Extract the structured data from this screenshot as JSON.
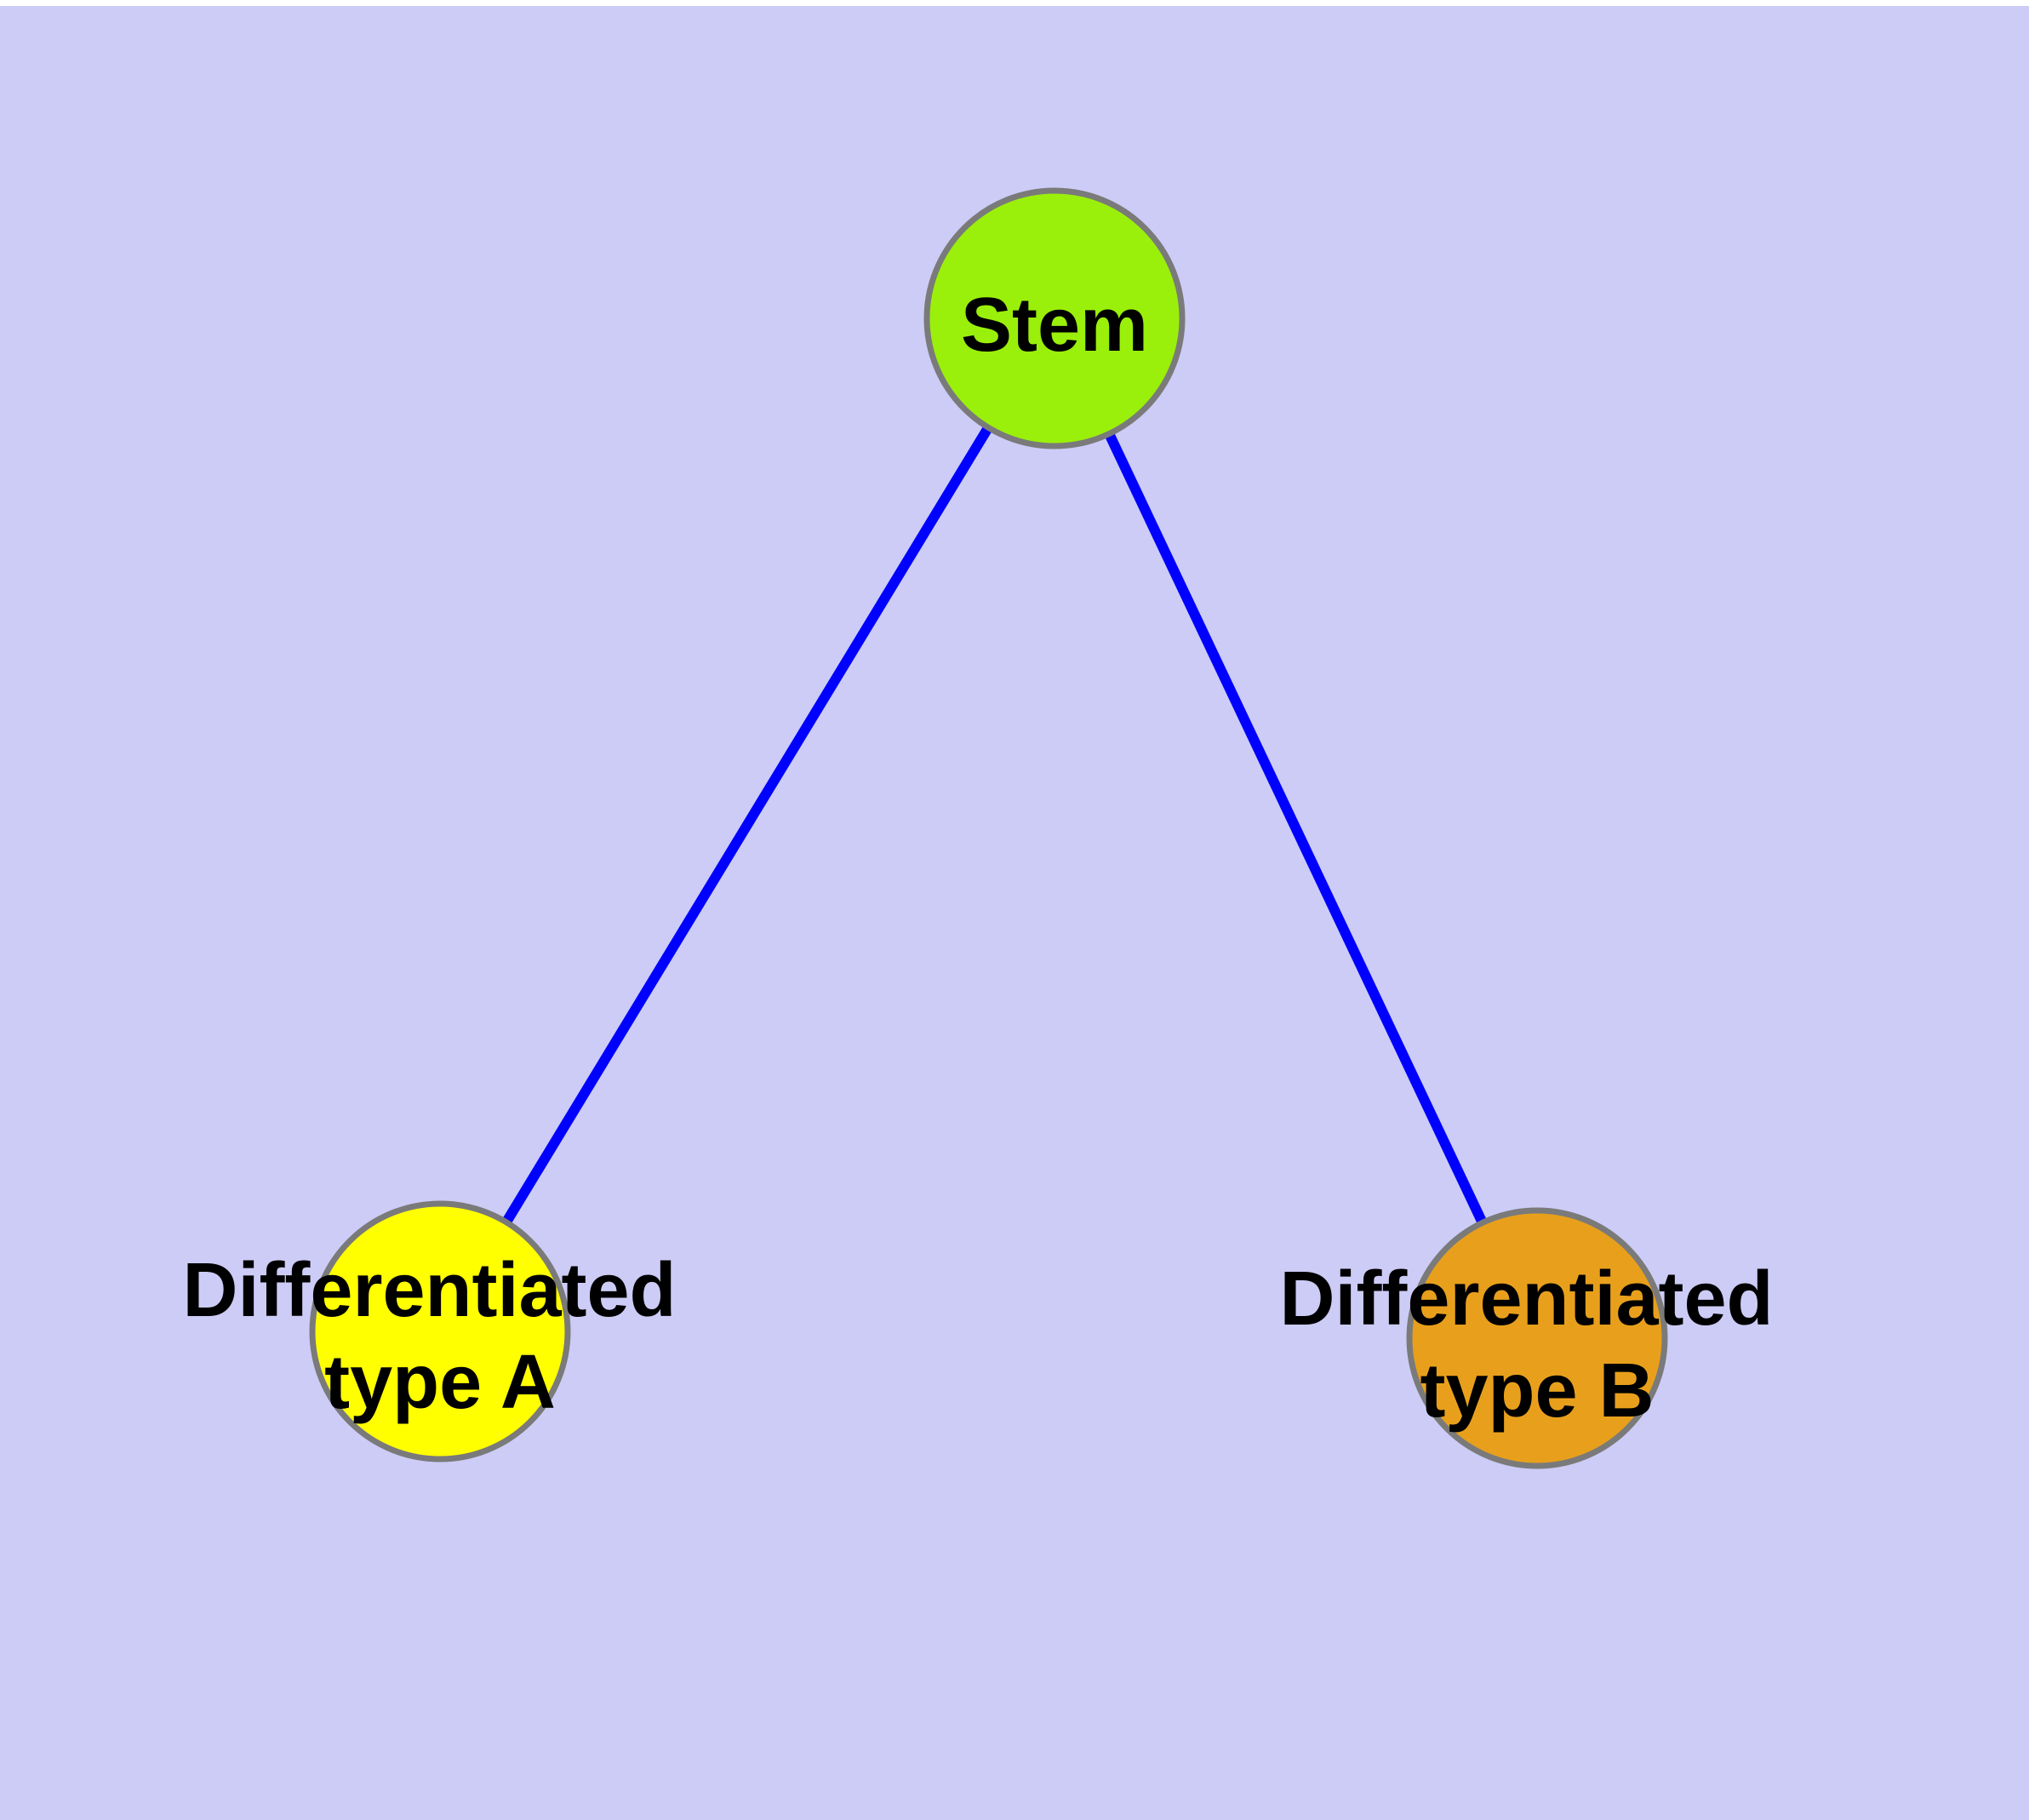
{
  "diagram": {
    "type": "graph",
    "background_color": "#CCCCF6",
    "top_margin_color": "#FFFFFF",
    "edge_color": "#0000FF",
    "node_border_color": "#7A7A7A",
    "label_color": "#000000",
    "nodes": [
      {
        "id": "stem",
        "label": "Stem",
        "lines": [
          "Stem"
        ],
        "color": "#9AF00A"
      },
      {
        "id": "differentiated-type-a",
        "label": "Differentiated type A",
        "lines": [
          "Differentiated",
          "type A"
        ],
        "color": "#FFFF00"
      },
      {
        "id": "differentiated-type-b",
        "label": "Differentiated type B",
        "lines": [
          "Differentiated",
          "type B"
        ],
        "color": "#E8A01C"
      }
    ],
    "edges": [
      {
        "from": "stem",
        "to": "differentiated-type-a"
      },
      {
        "from": "stem",
        "to": "differentiated-type-b"
      }
    ]
  }
}
